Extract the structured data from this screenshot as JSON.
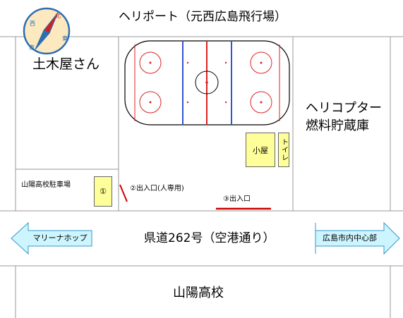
{
  "places": {
    "heliport": "ヘリポート（元西広島飛行場）",
    "contractor": "土木屋さん",
    "fuel_depot_line1": "ヘリコプター",
    "fuel_depot_line2": "燃料貯蔵庫",
    "parking": "山陽高校駐車場",
    "road": "県道262号（空港通り）",
    "school": "山陽高校"
  },
  "buildings": {
    "hut": "小屋",
    "toilet": "トイレ",
    "marker_one": "①"
  },
  "entrances": {
    "entrance_2": "②出入口(人専用)",
    "entrance_3": "③出入口"
  },
  "directions": {
    "left_sign": "マリーナホップ",
    "right_sign": "広島市内中心部"
  },
  "compass": {
    "north": "北",
    "east": "東",
    "south": "南",
    "west": "西"
  },
  "colors": {
    "road_line": "#999999",
    "sign_fill": "#ccf5ff",
    "sign_stroke": "#3399cc",
    "building_fill": "#ffff99",
    "entrance_red": "#cc0000",
    "rink_red": "#dd2222",
    "rink_blue": "#3355cc",
    "compass_ring": "#2d6eb3",
    "compass_fill": "#fde9bf"
  }
}
